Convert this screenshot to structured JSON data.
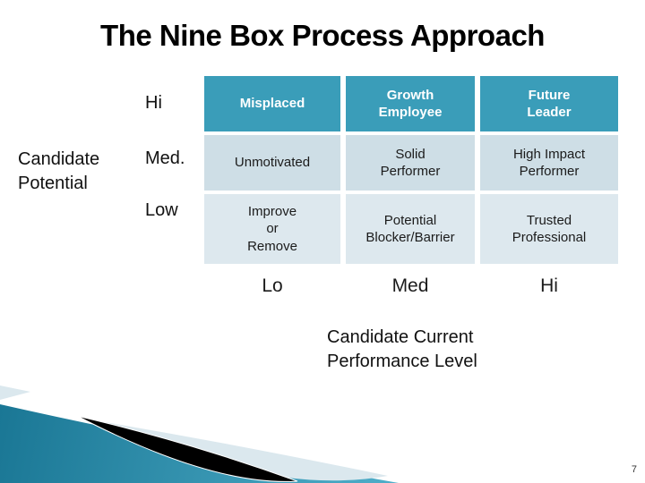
{
  "slide": {
    "title": "The Nine Box Process Approach",
    "page_number": "7"
  },
  "matrix": {
    "y_axis": {
      "label": "Candidate\nPotential",
      "ticks": [
        "Hi",
        "Med.",
        "Low"
      ]
    },
    "x_axis": {
      "label": "Candidate Current\nPerformance Level",
      "ticks": [
        "Lo",
        "Med",
        "Hi"
      ]
    },
    "header_row": [
      "Misplaced",
      "Growth\nEmployee",
      "Future\nLeader"
    ],
    "rows": [
      [
        "Unmotivated",
        "Solid\nPerformer",
        "High Impact\nPerformer"
      ],
      [
        "Improve\nor\nRemove",
        "Potential\nBlocker/Barrier",
        "Trusted\nProfessional"
      ]
    ]
  },
  "colors": {
    "title_text": "#000000",
    "header_bg": "#3a9db9",
    "header_text": "#ffffff",
    "band1_bg": "#cedee6",
    "band2_bg": "#dde8ee",
    "cell_text": "#1b1b1b",
    "page_number_text": "#333333",
    "swoosh_teal_dark": "#1a7795",
    "swoosh_teal_light": "#52b1cc",
    "swoosh_pale": "#dbe8ee",
    "swoosh_black": "#000000"
  }
}
